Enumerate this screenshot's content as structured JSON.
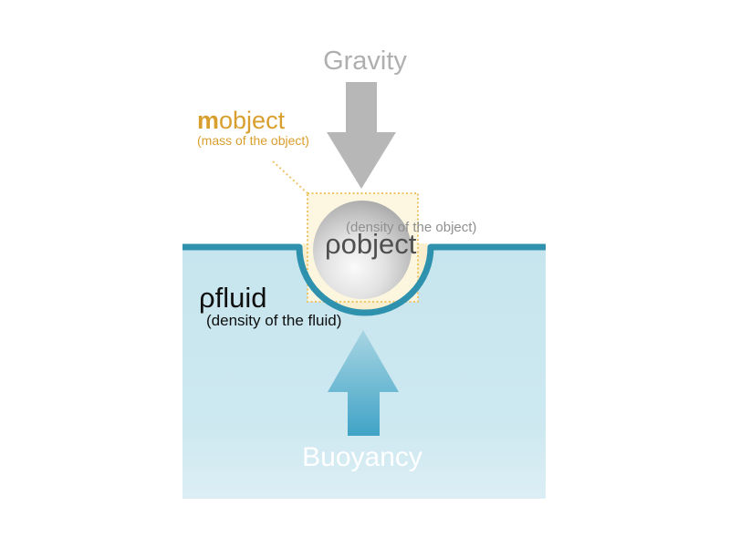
{
  "diagram": {
    "gravity_label": "Gravity",
    "buoyancy_label": "Buoyancy",
    "object_mass": {
      "symbol": "m",
      "name": "object",
      "caption": "(mass of the object)"
    },
    "object_density": {
      "label": "ρobject",
      "caption": "(density of the object)"
    },
    "fluid_density": {
      "label": "ρfluid",
      "caption": "(density of the fluid)"
    },
    "colors": {
      "gravity_arrow": "#b7b7b7",
      "gravity_text": "#afafaf",
      "mass_label_orange": "#d99f2e",
      "dashed_box_border": "#eec566",
      "dashed_box_fill": "#fdf6df",
      "halo_cream": "#f9efcf",
      "fluid_fill": "#c9e6ef",
      "surface_line_teal": "#2e92ae",
      "buoyancy_arrow_top": "#a8d5e3",
      "buoyancy_arrow_bottom": "#40a3c6",
      "object_density_caption_gray": "#8f8f8f",
      "object_density_text": "#4f4f4f",
      "fluid_text": "#0f0f0f",
      "buoyancy_text": "#ffffff"
    }
  }
}
